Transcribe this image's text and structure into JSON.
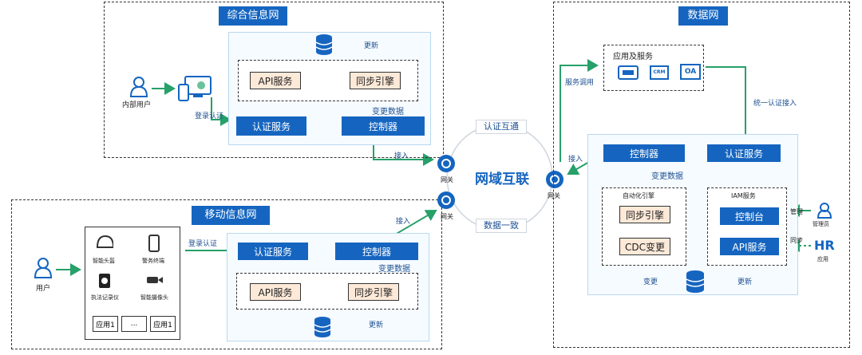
{
  "zones": {
    "top": {
      "title": "综合信息网"
    },
    "mobile": {
      "title": "移动信息网"
    },
    "data": {
      "title": "数据网"
    }
  },
  "top": {
    "user": "内部用户",
    "login": "登录认证",
    "api": "API服务",
    "sync": "同步引擎",
    "change_data": "变更数据",
    "update": "更新",
    "auth": "认证服务",
    "controller": "控制器",
    "access": "接入"
  },
  "mobile": {
    "user": "用户",
    "login": "登录认证",
    "devices": [
      "智能头盔",
      "警务终端",
      "执法记录仪",
      "智能摄像头"
    ],
    "apps": [
      "应用1",
      "...",
      "应用1"
    ],
    "auth": "认证服务",
    "controller": "控制器",
    "change_data": "变更数据",
    "api": "API服务",
    "sync": "同步引擎",
    "update": "更新",
    "access": "接入"
  },
  "center": {
    "title": "网域互联",
    "auth_interop": "认证互通",
    "data_consistent": "数据一致",
    "gateway": "网关"
  },
  "data": {
    "apps_title": "应用及服务",
    "app_icons": [
      "CRM",
      "OA"
    ],
    "service_call": "服务调用",
    "unified_auth": "统一认证接入",
    "access": "接入",
    "gateway": "网关",
    "controller": "控制器",
    "auth": "认证服务",
    "change_data": "变更数据",
    "auto_engine": "自动化引擎",
    "sync": "同步引擎",
    "cdc": "CDC变更",
    "iam": "IAM服务",
    "console": "控制台",
    "api": "API服务",
    "manage": "管理",
    "admin": "管理员",
    "sync2": "同步",
    "hr": "HR",
    "hr_app": "应用",
    "change": "变更",
    "update": "更新"
  },
  "colors": {
    "primary": "#1565c0",
    "peach": "#fde9d8",
    "green": "#27a069",
    "panel": "#f6fbff"
  }
}
